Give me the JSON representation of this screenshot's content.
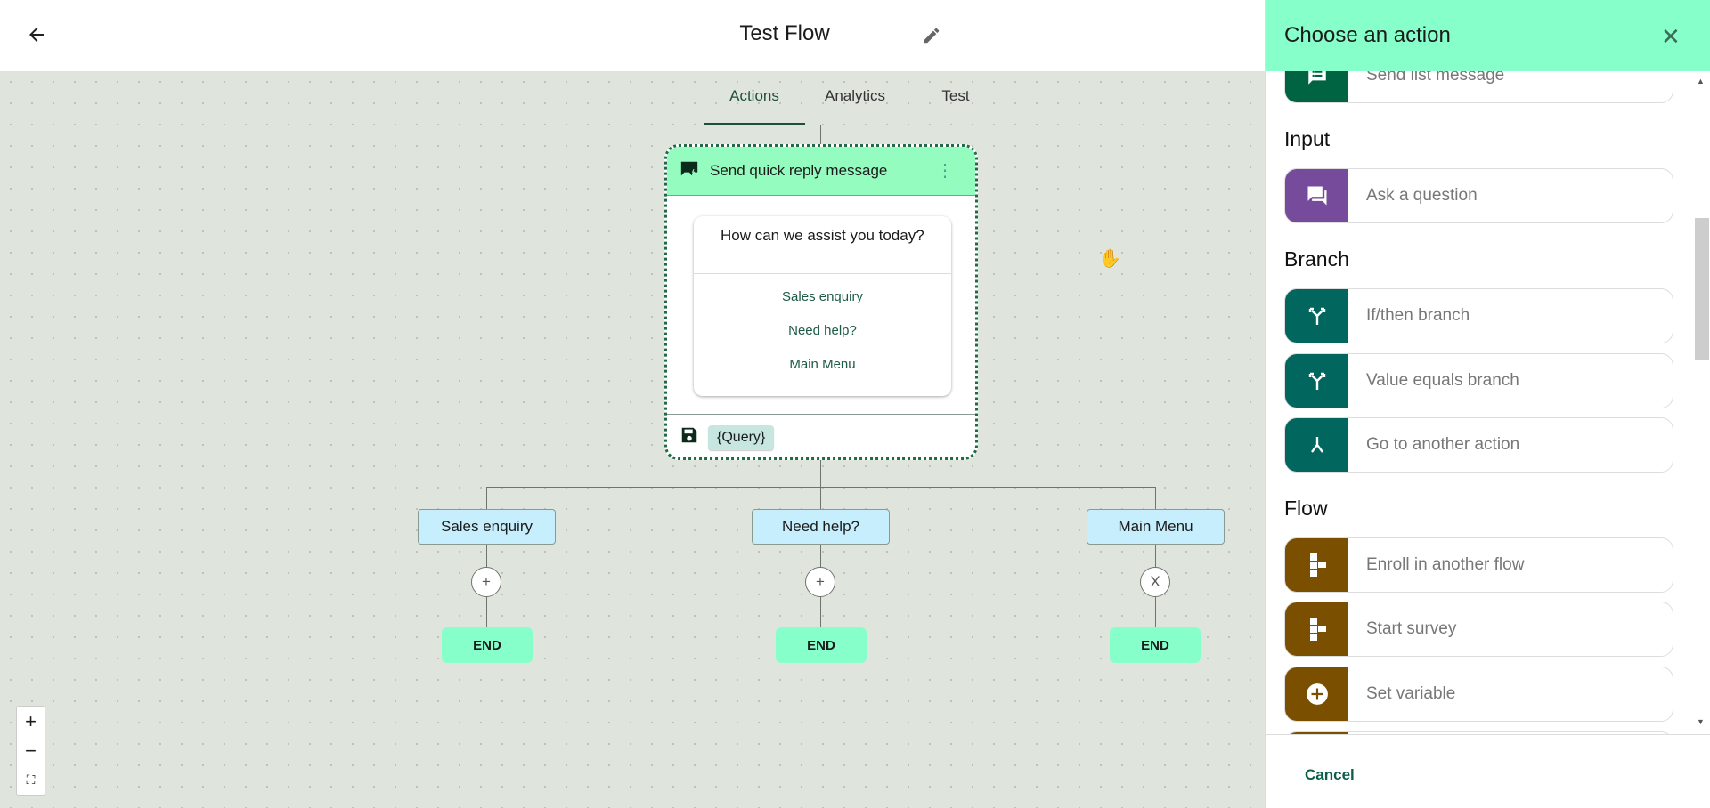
{
  "header": {
    "title": "Test Flow",
    "back_icon": "arrow-left-icon",
    "edit_icon": "pencil-icon"
  },
  "tabs": [
    {
      "label": "Actions",
      "active": true
    },
    {
      "label": "Analytics"
    },
    {
      "label": "Test"
    }
  ],
  "node": {
    "title": "Send quick reply message",
    "message": "How can we assist you today?",
    "quick_replies": [
      "Sales enquiry",
      "Need help?",
      "Main Menu"
    ],
    "variable": "{Query}"
  },
  "branches": [
    {
      "label": "Sales enquiry",
      "connector": "+",
      "end": "END"
    },
    {
      "label": "Need help?",
      "connector": "+",
      "end": "END"
    },
    {
      "label": "Main Menu",
      "connector": "X",
      "end": "END"
    }
  ],
  "zoom_controls": {
    "in": "+",
    "out": "−",
    "fit": "⛶"
  },
  "panel": {
    "title": "Choose an action",
    "cancel": "Cancel",
    "sections": [
      {
        "title": "",
        "items": [
          {
            "label": "Send list message",
            "color": "#006341"
          }
        ]
      },
      {
        "title": "Input",
        "items": [
          {
            "label": "Ask a question",
            "color": "#774b9b"
          }
        ]
      },
      {
        "title": "Branch",
        "items": [
          {
            "label": "If/then branch",
            "color": "#01665e"
          },
          {
            "label": "Value equals branch",
            "color": "#01665e"
          },
          {
            "label": "Go to another action",
            "color": "#01665e"
          }
        ]
      },
      {
        "title": "Flow",
        "items": [
          {
            "label": "Enroll in another flow",
            "color": "#7a5000"
          },
          {
            "label": "Start survey",
            "color": "#7a5000"
          },
          {
            "label": "Set variable",
            "color": "#7a5000"
          }
        ]
      }
    ]
  }
}
